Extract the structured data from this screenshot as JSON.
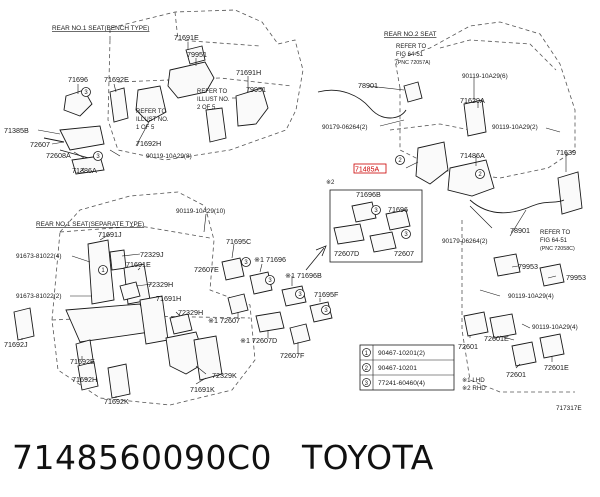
{
  "caption": {
    "part_number": "7148560090C0",
    "brand": "TOYOTA"
  },
  "diagram_id": "717317E",
  "section_titles": {
    "bench": "REAR NO.1 SEAT(BENCH TYPE)",
    "no2": "REAR NO.2 SEAT",
    "separate": "REAR NO.1 SEAT(SEPARATE TYPE)"
  },
  "notes": {
    "refer_a": [
      "REFER TO",
      "ILLUST NO.",
      "1 OF 5"
    ],
    "refer_b": [
      "REFER TO",
      "ILLUST NO.",
      "2 OF 5"
    ],
    "refer_fig_top": [
      "REFER TO",
      "FIG 64-51",
      "(PNC 72057A)"
    ],
    "refer_fig_bottom": [
      "REFER TO",
      "FIG 64-51",
      "(PNC 72058C)"
    ],
    "star2": "※2"
  },
  "legend": {
    "rows": [
      {
        "num": "1",
        "part": "90467-10201(2)"
      },
      {
        "num": "2",
        "part": "90467-10201"
      },
      {
        "num": "3",
        "part": "77241-60460(4)"
      }
    ],
    "notes": [
      "※1 LHD",
      "※2 RHD"
    ]
  },
  "labels": {
    "l71691E_top": "71691E",
    "l79951_a": "79951",
    "l71696_bench": "71696",
    "l71692E_bench": "71692E",
    "l71691H_bench": "71691H",
    "l79951_b": "79951",
    "l71385B": "71385B",
    "l72607_bench": "72607",
    "l72608A": "72608A",
    "l71692H_bench": "71692H",
    "l90119_8": "90119-10A29(8)",
    "l71386A": "71386A",
    "l78901_top": "78901",
    "l90119_6": "90119-10A29(6)",
    "l71629A": "71629A",
    "l90179_a": "90179-06264(2)",
    "l90119_2": "90119-10A29(2)",
    "l71485A": "71485A",
    "l71486A": "71486A",
    "l71639": "71639",
    "l71696B_box": "71696B",
    "l71696_box": "71696",
    "l72607D_box": "72607D",
    "l72607_box": "72607",
    "l90179_b": "90179-06264(2)",
    "l78901_b": "78901",
    "l79953_a": "79953",
    "l79953_b": "79953",
    "l90119_4a": "90119-10A29(4)",
    "l90119_4b": "90119-10A29(4)",
    "l72601_a": "72601",
    "l72601E_a": "72601E",
    "l72601_b": "72601",
    "l72601E_b": "72601E",
    "l90119_10": "90119-10A29(10)",
    "l71691J": "71691J",
    "l91673_4": "91673-81022(4)",
    "l72329J": "72329J",
    "l71691E_sep": "71691E",
    "l72329H_a": "72329H",
    "l91673_2": "91673-81022(2)",
    "l71691H_sep": "71691H",
    "l72329H_b": "72329H",
    "l71692J": "71692J",
    "l71692E_sep": "71692E",
    "l71692H_sep": "71692H",
    "l71692K": "71692K",
    "l72329K": "72329K",
    "l71691K": "71691K",
    "l71695C": "71695C",
    "l71696_s1": "※1 71696",
    "l72607E": "72607E",
    "l71696B_s1": "※1 71696B",
    "l71695F": "71695F",
    "l72607_s": "※1 72607",
    "l72607D_s": "※1 72607D",
    "l72607F": "72607F"
  },
  "colors": {
    "line": "#1a1a1a",
    "highlight": "#cc0000",
    "dash": "#444444"
  }
}
